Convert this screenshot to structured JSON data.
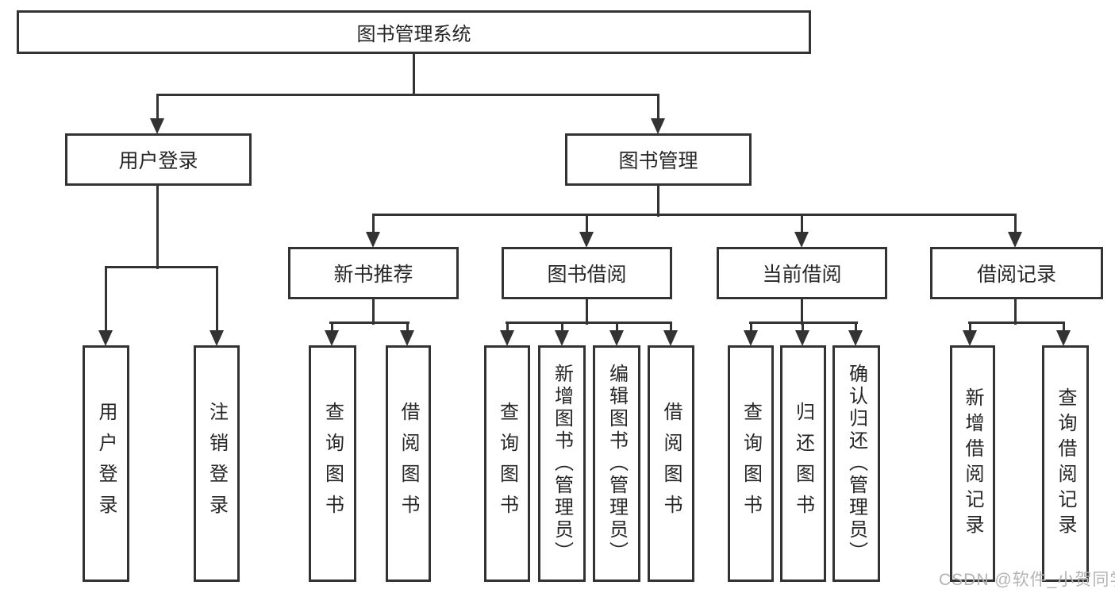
{
  "colors": {
    "line": "#333333",
    "box_border": "#333333",
    "text": "#262626",
    "background": "#ffffff",
    "watermark": "#b3b3b3"
  },
  "diagram": {
    "root": {
      "label": "图书管理系统"
    },
    "branches": [
      {
        "label": "用户登录",
        "children": [
          {
            "label": "用户登录"
          },
          {
            "label": "注销登录"
          }
        ]
      },
      {
        "label": "图书管理",
        "children": [
          {
            "label": "新书推荐",
            "children": [
              {
                "label": "查询图书"
              },
              {
                "label": "借阅图书"
              }
            ]
          },
          {
            "label": "图书借阅",
            "children": [
              {
                "label": "查询图书"
              },
              {
                "label": "新增图书（管理员）"
              },
              {
                "label": "编辑图书（管理员）"
              },
              {
                "label": "借阅图书"
              }
            ]
          },
          {
            "label": "当前借阅",
            "children": [
              {
                "label": "查询图书"
              },
              {
                "label": "归还图书"
              },
              {
                "label": "确认归还（管理员）"
              }
            ]
          },
          {
            "label": "借阅记录",
            "children": [
              {
                "label": "新增借阅记录"
              },
              {
                "label": "查询借阅记录"
              }
            ]
          }
        ]
      }
    ]
  },
  "watermark": {
    "text": "CSDN @软件_小贺同学"
  }
}
